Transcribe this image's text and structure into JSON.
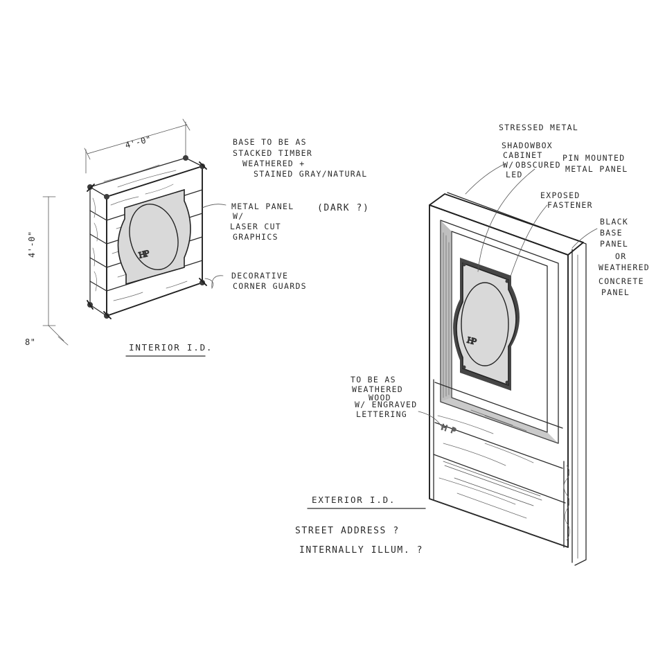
{
  "interior": {
    "dims": {
      "width": "4'-0\"",
      "height": "4'-0\"",
      "depth": "8\""
    },
    "notes": {
      "base": [
        "BASE TO BE AS",
        "STACKED TIMBER",
        "WEATHERED +",
        "STAINED GRAY/NATURAL"
      ],
      "panel": [
        "METAL PANEL",
        "W/",
        "LASER CUT",
        "GRAPHICS"
      ],
      "panel_question": "(DARK ?)",
      "guards": [
        "DECORATIVE",
        "CORNER GUARDS"
      ]
    },
    "title": "INTERIOR I.D.",
    "logo": "HP"
  },
  "exterior": {
    "notes": {
      "metal": "STRESSED METAL",
      "cabinet": [
        "SHADOWBOX",
        "CABINET",
        "W/",
        "OBSCURED",
        "LED"
      ],
      "pin": [
        "PIN MOUNTED",
        "METAL PANEL"
      ],
      "fasteners": [
        "EXPOSED",
        "FASTENER"
      ],
      "base_panel": [
        "BLACK",
        "BASE",
        "PANEL",
        "OR",
        "WEATHERED",
        "CONCRETE",
        "PANEL"
      ],
      "wood": [
        "TO BE AS",
        "WEATHERED",
        "WOOD",
        "W/ ENGRAVED",
        "LETTERING"
      ]
    },
    "title": "EXTERIOR I.D.",
    "questions": [
      "STREET ADDRESS ?",
      "INTERNALLY ILLUM. ?"
    ],
    "logo": "HP",
    "engraved": "HP"
  }
}
